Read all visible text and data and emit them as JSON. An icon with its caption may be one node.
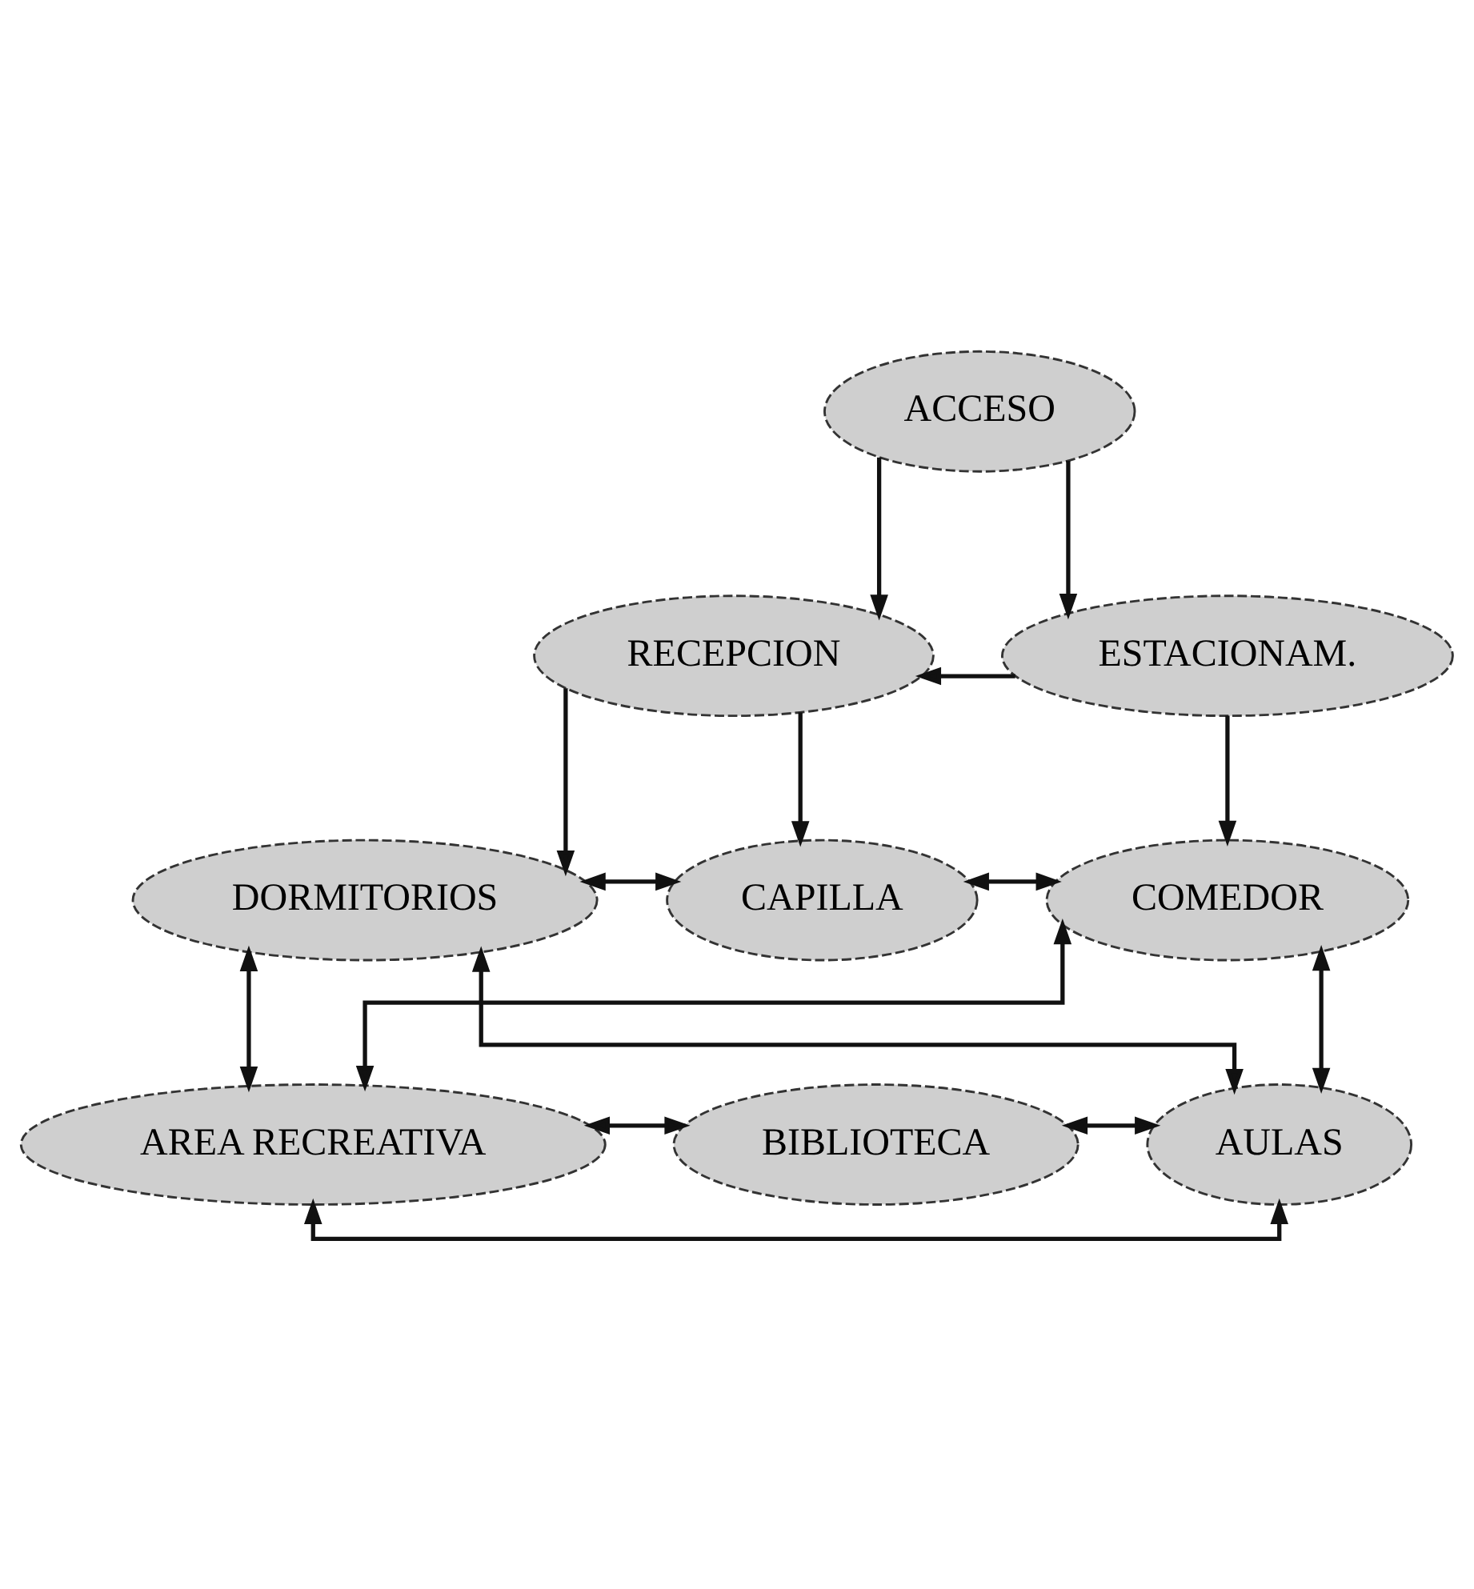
{
  "diagram": {
    "nodes": [
      {
        "text": [
          "ACCESO"
        ]
      },
      {
        "text": [
          "RECEPCION"
        ]
      },
      {
        "text": [
          "ESTACIONAM."
        ]
      },
      {
        "text": [
          "DORMITORIOS"
        ]
      },
      {
        "text": [
          "CAPILLA"
        ]
      },
      {
        "text": [
          "COMEDOR"
        ]
      },
      {
        "text": [
          "AREA RECREATIVA"
        ]
      },
      {
        "text": [
          "BIBLIOTECA"
        ]
      },
      {
        "text": [
          "AULAS"
        ]
      }
    ],
    "edges": [
      {
        "from": 0,
        "to": 1,
        "arrow": "to"
      },
      {
        "from": 0,
        "to": 2,
        "arrow": "to"
      },
      {
        "from": 2,
        "to": 1,
        "arrow": "to"
      },
      {
        "from": 1,
        "to": 3,
        "arrow": "to"
      },
      {
        "from": 1,
        "to": 4,
        "arrow": "to"
      },
      {
        "from": 2,
        "to": 5,
        "arrow": "to"
      },
      {
        "from": 3,
        "to": 4,
        "arrow": "both"
      },
      {
        "from": 4,
        "to": 5,
        "arrow": "both"
      },
      {
        "from": 3,
        "to": 6,
        "arrow": "both"
      },
      {
        "from": 3,
        "to": 8,
        "arrow": "both"
      },
      {
        "from": 5,
        "to": 6,
        "arrow": "both"
      },
      {
        "from": 5,
        "to": 8,
        "arrow": "both"
      },
      {
        "from": 6,
        "to": 7,
        "arrow": "both"
      },
      {
        "from": 7,
        "to": 8,
        "arrow": "both"
      },
      {
        "from": 6,
        "to": 8,
        "arrow": "both"
      }
    ]
  }
}
